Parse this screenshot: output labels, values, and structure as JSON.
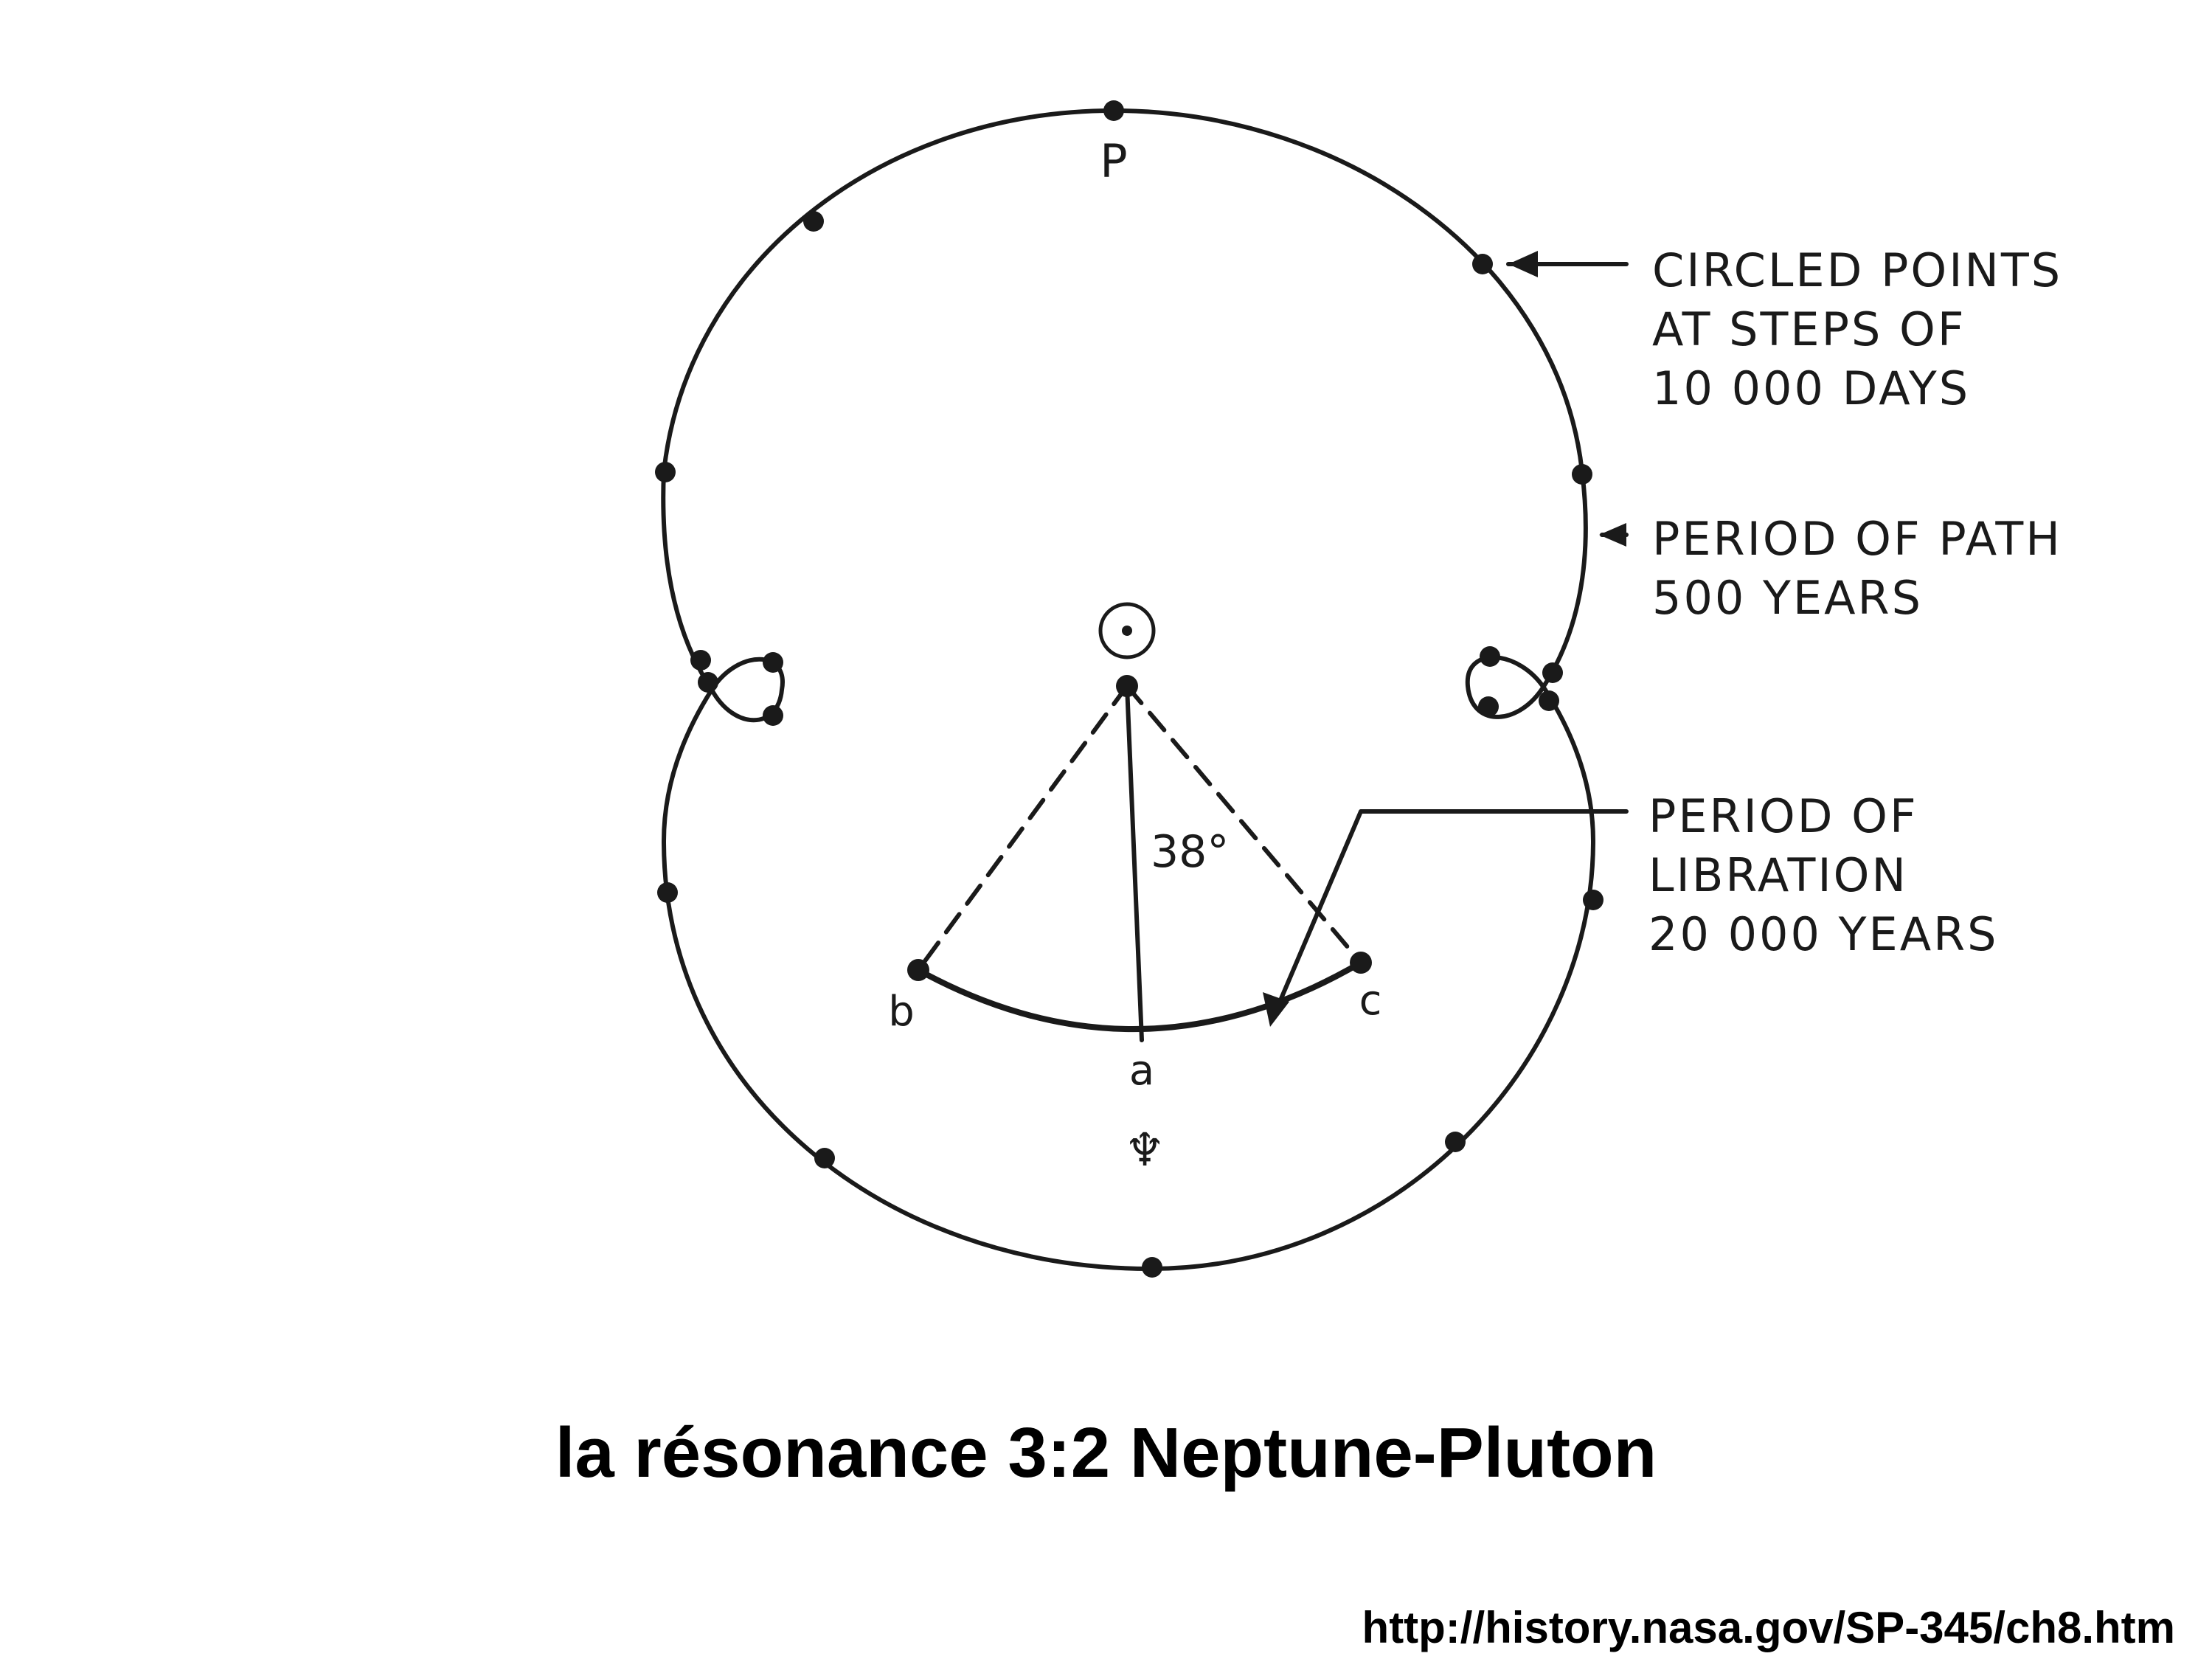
{
  "diagram": {
    "callouts": {
      "circled_points": [
        "CIRCLED POINTS",
        "AT STEPS OF",
        "10 000 DAYS"
      ],
      "period_path": [
        "PERIOD OF PATH",
        "500 YEARS"
      ],
      "period_libration": [
        "PERIOD OF",
        "LIBRATION",
        "20 000 YEARS"
      ]
    },
    "labels": {
      "pluto_symbol": "P",
      "sun_symbol": "☉",
      "neptune_symbol": "♆",
      "angle": "38°",
      "point_a": "a",
      "point_b": "b",
      "point_c": "c"
    }
  },
  "caption": "la résonance 3:2 Neptune-Pluton",
  "source_url": "http://history.nasa.gov/SP-345/ch8.htm",
  "colors": {
    "ink": "#1a1a1a",
    "background": "#ffffff"
  }
}
